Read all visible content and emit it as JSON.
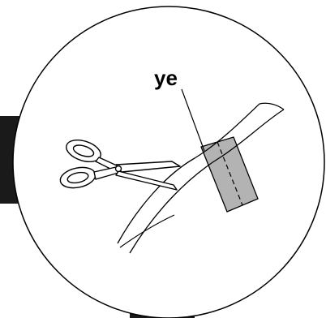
{
  "diagram": {
    "callout_label": "ye",
    "colors": {
      "outline": "#000000",
      "background": "#ffffff",
      "tape_fill": "#b3b3b3",
      "dark_shape": "#1a1a1a"
    },
    "icons": {
      "tool": "scissors-icon",
      "strip": "cut-strip",
      "tape": "tape-patch"
    }
  }
}
